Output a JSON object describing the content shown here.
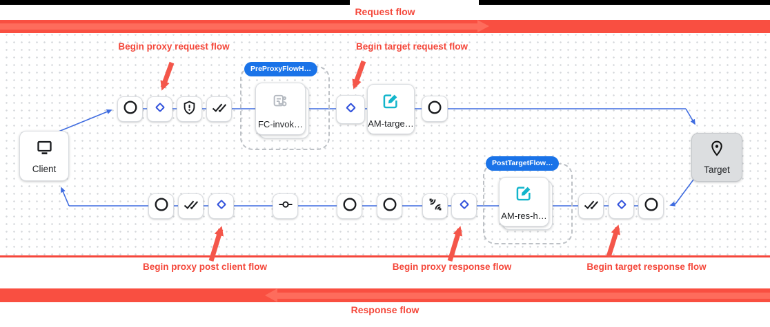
{
  "header": {
    "request_flow_label": "Request flow"
  },
  "footer": {
    "response_flow_label": "Response flow"
  },
  "annotations": {
    "proxy_request": "Begin proxy request flow",
    "target_request": "Begin target request flow",
    "proxy_post_client": "Begin proxy post client flow",
    "proxy_response": "Begin proxy response flow",
    "target_response": "Begin target response flow"
  },
  "diagram": {
    "client_label": "Client",
    "target_label": "Target",
    "pre_proxy_badge": "PreProxyFlowH…",
    "post_target_badge": "PostTargetFlow…",
    "fc_invoke_label": "FC-invok…",
    "am_target_label": "AM-targe…",
    "am_response_label": "AM-res-h…",
    "step_icon_names": [
      "circle-step-icon",
      "flow-begin-diamond-icon",
      "shield-security-icon",
      "double-check-icon",
      "commit-step-icon",
      "signal-leak-icon",
      "flow-callout-icon",
      "assign-message-edit-icon",
      "monitor-icon",
      "place-pin-icon"
    ]
  },
  "colors": {
    "accent_red_text": "#f4473a",
    "bar_red": "#f94f41",
    "bar_arrow_red": "#fe6c5c",
    "annotation_arrow_red": "#f4564a",
    "badge_blue": "#1a73e8",
    "connector_blue": "#3f6ce0",
    "diamond_blue": "#3353dc",
    "edit_icon_teal": "#12b5cb",
    "callout_icon_gray": "#b4b9c0",
    "target_fill_gray": "#dcdee0"
  }
}
